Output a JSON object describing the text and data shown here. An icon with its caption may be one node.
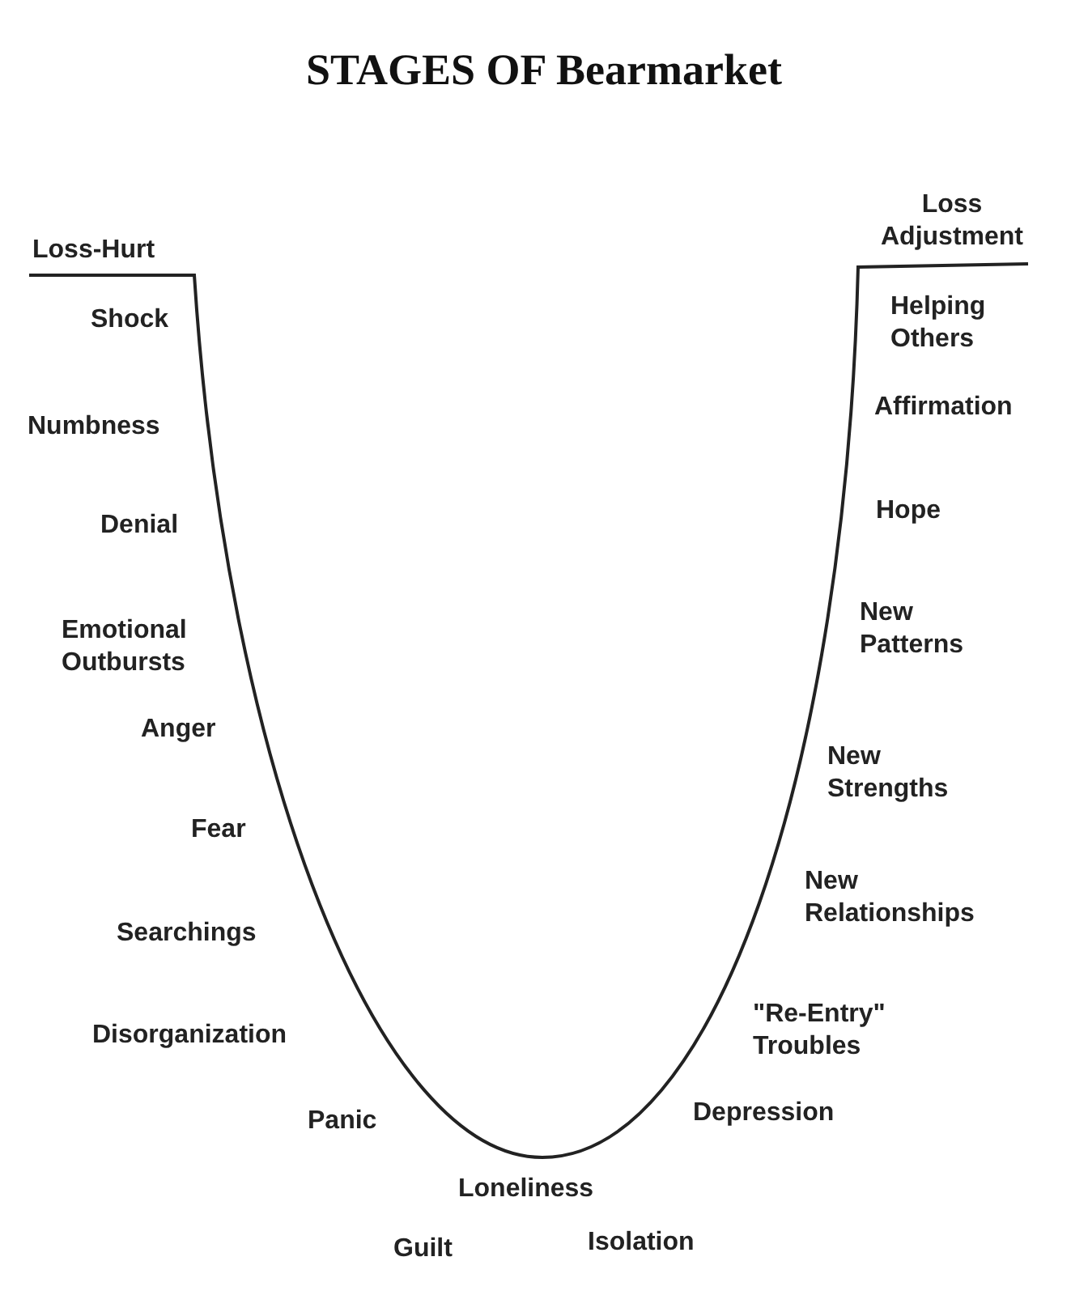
{
  "diagram": {
    "title": "STAGES OF Bearmarket",
    "labels": [
      "Loss-Hurt",
      "Shock",
      "Numbness",
      "Denial",
      "Emotional Outbursts",
      "Anger",
      "Fear",
      "Searchings",
      "Disorganization",
      "Panic",
      "Loneliness",
      "Guilt",
      "Isolation",
      "Depression",
      "\"Re-Entry\" Troubles",
      "New Relationships",
      "New Strengths",
      "New Patterns",
      "Hope",
      "Affirmation",
      "Helping Others",
      "Loss Adjustment"
    ]
  }
}
